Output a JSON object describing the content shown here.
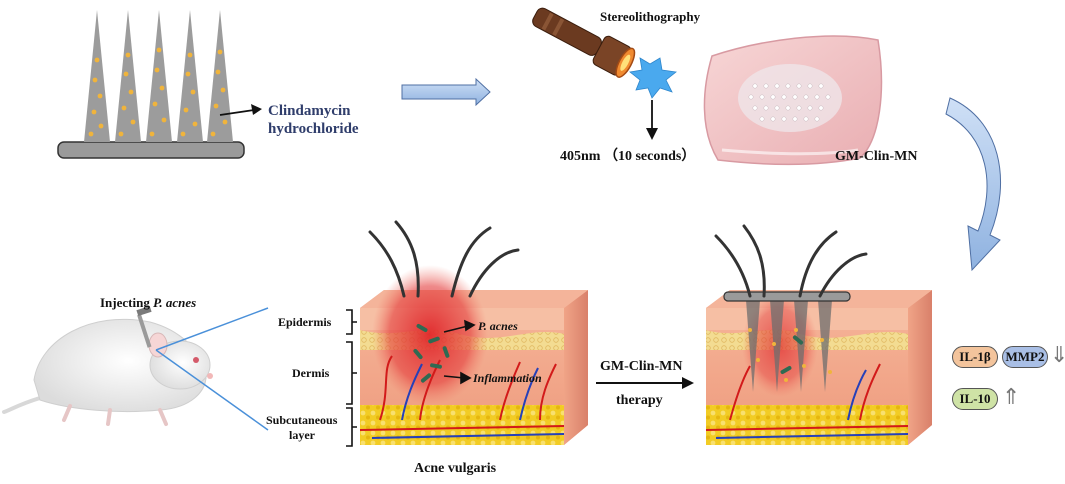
{
  "labels": {
    "clindamycin": "Clindamycin",
    "hydrochloride": "hydrochloride",
    "stereolithography": "Stereolithography",
    "wavelength": "405nm （10  seconds）",
    "gm_clin_mn": "GM-Clin-MN",
    "injecting_prefix": "Injecting ",
    "injecting_species": "P. acnes",
    "epidermis": "Epidermis",
    "dermis": "Dermis",
    "subcutaneous_1": "Subcutaneous",
    "subcutaneous_2": "layer",
    "p_acnes": "P. acnes",
    "inflammation": "Inflammation",
    "acne_vulgaris": "Acne vulgaris",
    "therapy_1": "GM-Clin-MN",
    "therapy_2": "therapy"
  },
  "markers": {
    "il1b": "IL-1β",
    "mmp2": "MMP2",
    "il10": "IL-10",
    "down_arrow": "⇓",
    "up_arrow": "⇑"
  },
  "colors": {
    "needle": "#9c9c9c",
    "drug_dot": "#f0b43c",
    "arrow_fill": "#a9c3e8",
    "il1b": "#f3c49c",
    "mmp2": "#a9bfe6",
    "il10": "#cfe3a6",
    "skin": "#f1a183",
    "fat": "#f3d02a",
    "line_blue": "#4a90d9"
  }
}
